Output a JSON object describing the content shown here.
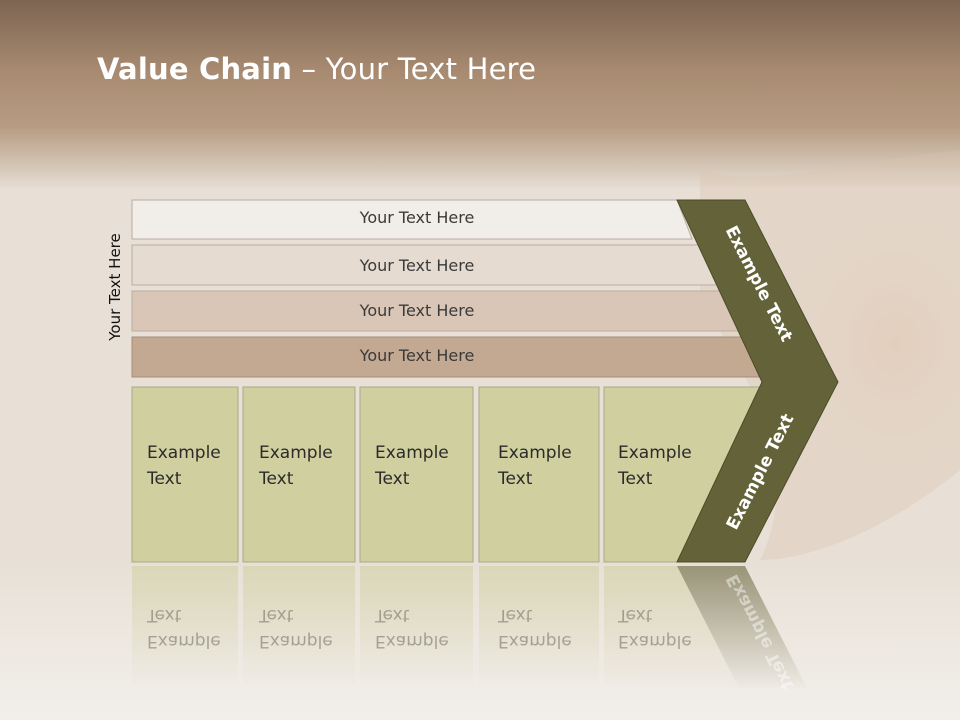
{
  "slide": {
    "title_bold": "Value Chain",
    "title_rest": " – Your Text Here",
    "side_label": "Your Text Here"
  },
  "bars": [
    {
      "label": "Your Text Here",
      "color": "#f1ede8"
    },
    {
      "label": "Your Text Here",
      "color": "#e6dbd1"
    },
    {
      "label": "Your Text Here",
      "color": "#d9c6b6"
    },
    {
      "label": "Your Text Here",
      "color": "#c3a892"
    }
  ],
  "columns": [
    {
      "line1": "Example",
      "line2": "Text"
    },
    {
      "line1": "Example",
      "line2": "Text"
    },
    {
      "line1": "Example",
      "line2": "Text"
    },
    {
      "line1": "Example",
      "line2": "Text"
    },
    {
      "line1": "Example",
      "line2": "Text"
    }
  ],
  "chevron": {
    "upper_label": "Example Text",
    "lower_label": "Example Text",
    "color": "#646238"
  },
  "colors": {
    "column_fill": "#cfcf9f",
    "header_band": "#a88a70"
  }
}
